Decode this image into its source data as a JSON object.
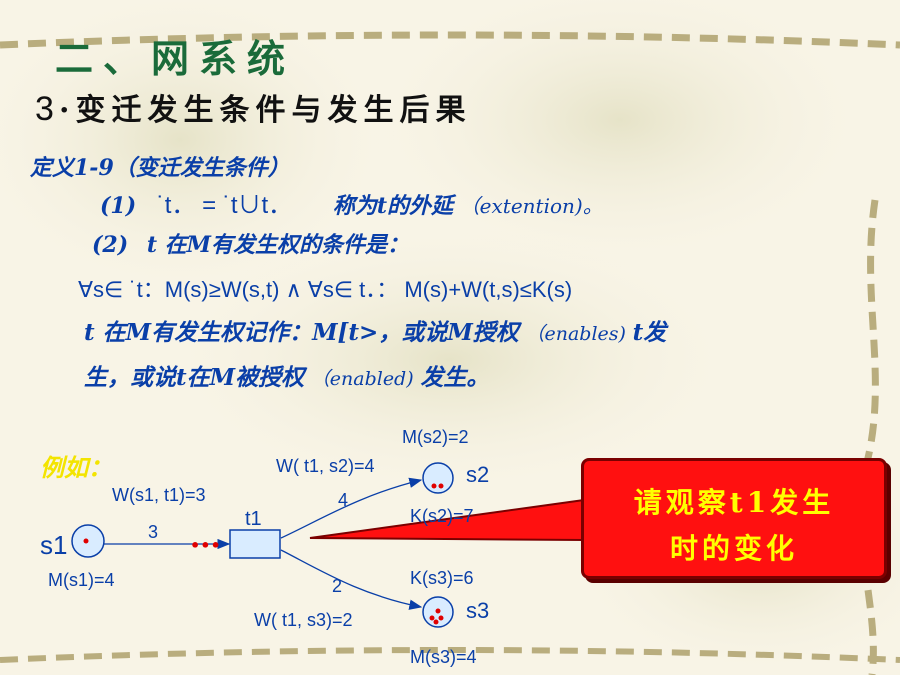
{
  "slide": {
    "heading": "二、网系统",
    "subheading_num": "3",
    "subheading_text": "·变迁发生条件与发生后果",
    "definition_title": "定义1-9（变迁发生条件）",
    "line1": {
      "prefix": "(1)",
      "formula": "˙t． = ˙t∪t．",
      "text": "称为t的外延",
      "paren": "（extention)。"
    },
    "line2": {
      "prefix": "(2)",
      "text": "t 在M有发生权的条件是："
    },
    "line3": "∀s∈ ˙t：M(s)≥W(s,t) ∧ ∀s∈ t．：  M(s)+W(t,s)≤K(s)",
    "line4": {
      "a": "t 在M有发生权记作：M[t>，或说M授权",
      "b": "（enables)",
      "c": "t发"
    },
    "line5": {
      "a": "生，或说t在M被授权",
      "b": "（enabled)",
      "c": "发生。"
    },
    "example_label": "例如："
  },
  "diagram": {
    "s1_label": "s1",
    "m_s1": "M(s1)=4",
    "w_s1_t1": "W(s1, t1)=3",
    "arc_s1_t1": "3",
    "t1_label": "t1",
    "tokens_dots": "•••",
    "w_t1_s2": "W( t1, s2)=4",
    "arc_t1_s2": "4",
    "m_s2": "M(s2)=2",
    "s2_label": "s2",
    "k_s2": "K(s2)=7",
    "k_s3": "K(s3)=6",
    "arc_t1_s3": "2",
    "s3_label": "s3",
    "w_t1_s3": "W( t1, s3)=2",
    "m_s3": "M(s3)=4"
  },
  "callout": {
    "line1": "请观察t1发生",
    "line2": "时的变化"
  },
  "colors": {
    "heading": "#1a6b3a",
    "text": "#0a3fa8",
    "callout_bg": "#ff1010",
    "callout_text": "#ffff00",
    "example": "#f3e400",
    "token": "#e00000"
  }
}
